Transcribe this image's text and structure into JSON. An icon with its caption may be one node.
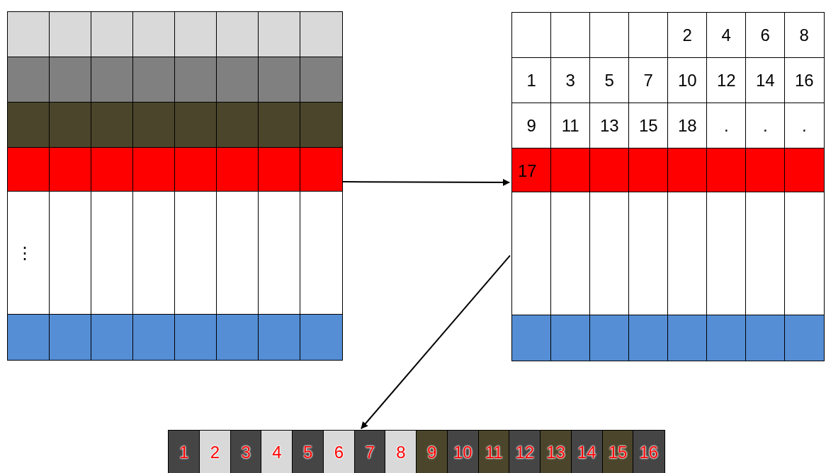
{
  "diagram": {
    "nodes": [
      {
        "text": [
          "⋮"
        ]
      },
      {
        "text": [
          "2",
          "4",
          "6",
          "8",
          "1",
          "3",
          "5",
          "7",
          "10",
          "12",
          "14",
          "16",
          "9",
          "11",
          "13",
          "15",
          "18",
          ".",
          ".",
          ".",
          "17"
        ]
      },
      {
        "text": [
          "1",
          "2",
          "3",
          "4",
          "5",
          "6",
          "7",
          "8",
          "9",
          "10",
          "11",
          "12",
          "13",
          "14",
          "15",
          "16"
        ]
      }
    ],
    "edges": [
      {
        "from": 0,
        "to": 1,
        "arrow": "to"
      },
      {
        "from": 1,
        "to": 2,
        "arrow": "to"
      }
    ]
  }
}
